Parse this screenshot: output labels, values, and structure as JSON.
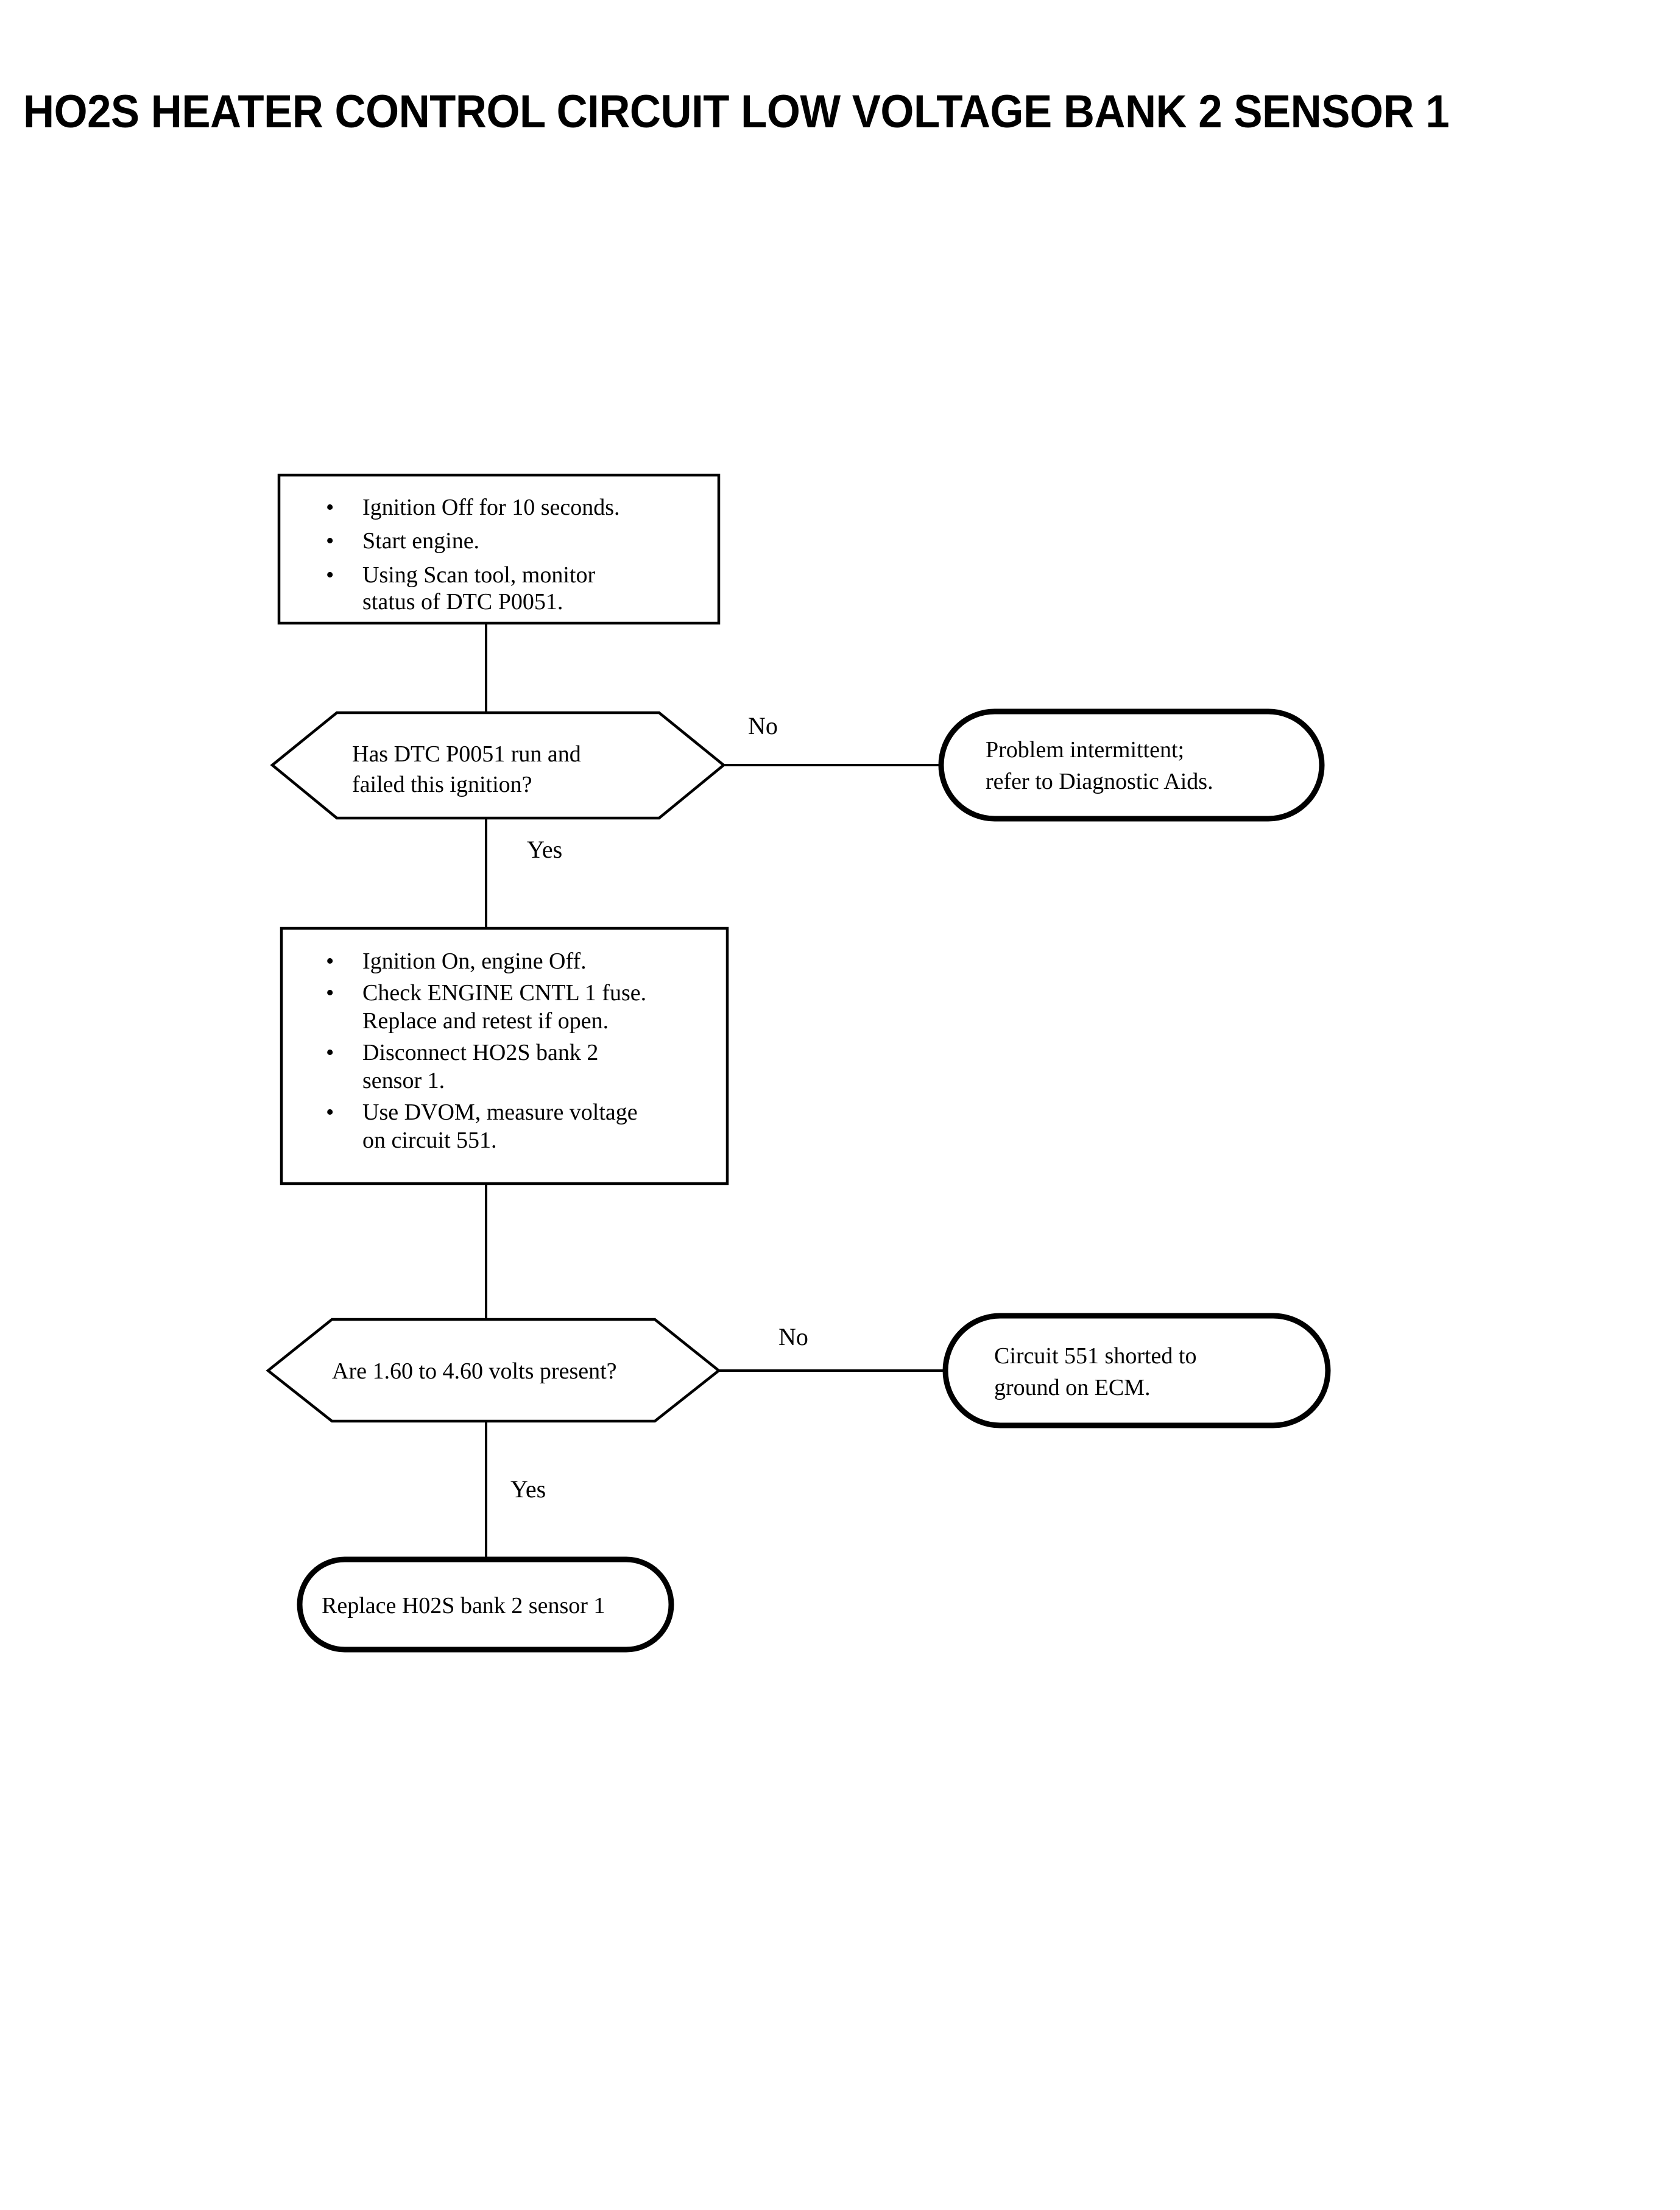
{
  "document": {
    "title": "HO2S HEATER CONTROL CIRCUIT LOW VOLTAGE BANK 2 SENSOR 1"
  },
  "chart_data": {
    "type": "diagram",
    "diagram_kind": "flowchart",
    "title": "HO2S HEATER CONTROL CIRCUIT LOW VOLTAGE BANK 2 SENSOR 1",
    "orientation": "top-to-bottom",
    "nodes": [
      {
        "id": "step1",
        "shape": "process",
        "lines": [
          {
            "bullet": true,
            "text": "Ignition Off for 10 seconds."
          },
          {
            "bullet": true,
            "text": "Start engine."
          },
          {
            "bullet": true,
            "text": "Using Scan tool, monitor"
          },
          {
            "bullet": false,
            "text": "status of DTC P0051."
          }
        ]
      },
      {
        "id": "decision1",
        "shape": "decision",
        "lines": [
          {
            "bullet": false,
            "text": "Has DTC P0051 run and"
          },
          {
            "bullet": false,
            "text": "failed this ignition?"
          }
        ]
      },
      {
        "id": "terminal1",
        "shape": "terminal",
        "lines": [
          {
            "bullet": false,
            "text": "Problem intermittent;"
          },
          {
            "bullet": false,
            "text": "refer to Diagnostic Aids."
          }
        ]
      },
      {
        "id": "step2",
        "shape": "process",
        "lines": [
          {
            "bullet": true,
            "text": "Ignition On, engine Off."
          },
          {
            "bullet": true,
            "text": "Check ENGINE CNTL 1 fuse."
          },
          {
            "bullet": false,
            "text": "Replace and retest if open."
          },
          {
            "bullet": true,
            "text": "Disconnect HO2S bank 2"
          },
          {
            "bullet": false,
            "text": "sensor 1."
          },
          {
            "bullet": true,
            "text": "Use DVOM, measure voltage"
          },
          {
            "bullet": false,
            "text": "on circuit 551."
          }
        ]
      },
      {
        "id": "decision2",
        "shape": "decision",
        "lines": [
          {
            "bullet": false,
            "text": "Are 1.60 to 4.60 volts present?"
          }
        ]
      },
      {
        "id": "terminal2",
        "shape": "terminal",
        "lines": [
          {
            "bullet": false,
            "text": "Circuit 551 shorted to"
          },
          {
            "bullet": false,
            "text": "ground on ECM."
          }
        ]
      },
      {
        "id": "terminal3",
        "shape": "terminal",
        "lines": [
          {
            "bullet": false,
            "text": "Replace H02S bank 2 sensor 1"
          }
        ]
      }
    ],
    "edges": [
      {
        "from": "step1",
        "to": "decision1",
        "label": ""
      },
      {
        "from": "decision1",
        "to": "terminal1",
        "label": "No"
      },
      {
        "from": "decision1",
        "to": "step2",
        "label": "Yes"
      },
      {
        "from": "step2",
        "to": "decision2",
        "label": ""
      },
      {
        "from": "decision2",
        "to": "terminal2",
        "label": "No"
      },
      {
        "from": "decision2",
        "to": "terminal3",
        "label": "Yes"
      }
    ],
    "edge_labels": {
      "no1": "No",
      "yes1": "Yes",
      "no2": "No",
      "yes2": "Yes"
    },
    "colors": {
      "background": "#ffffff",
      "stroke": "#000000",
      "text": "#000000"
    }
  },
  "step1": {
    "bullet_glyph": "•",
    "l1": "Ignition Off for 10 seconds.",
    "l2": "Start engine.",
    "l3": "Using Scan tool, monitor",
    "l4": "status of DTC P0051."
  },
  "decision1": {
    "l1": "Has DTC P0051 run and",
    "l2": "failed this ignition?"
  },
  "terminal1": {
    "l1": "Problem intermittent;",
    "l2": "refer to Diagnostic Aids."
  },
  "step2": {
    "bullet_glyph": "•",
    "l1": "Ignition On, engine Off.",
    "l2": "Check ENGINE CNTL 1 fuse.",
    "l3": "Replace and retest if open.",
    "l4": "Disconnect HO2S bank 2",
    "l5": "sensor 1.",
    "l6": "Use DVOM, measure voltage",
    "l7": "on circuit 551."
  },
  "decision2": {
    "l1": "Are 1.60 to 4.60 volts present?"
  },
  "terminal2": {
    "l1": "Circuit 551 shorted to",
    "l2": "ground on ECM."
  },
  "terminal3": {
    "l1": "Replace H02S bank 2 sensor 1"
  },
  "labels": {
    "no1": "No",
    "yes1": "Yes",
    "no2": "No",
    "yes2": "Yes"
  }
}
